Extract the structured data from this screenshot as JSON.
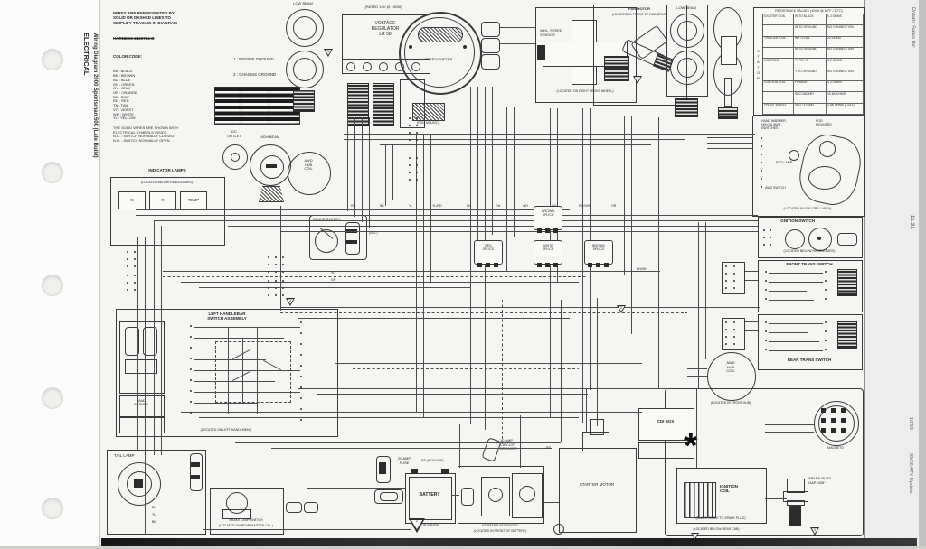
{
  "page": {
    "left_margin": {
      "section": "ELECTRICAL",
      "title": "Wiring Diagram 2000 Sportsman 500 (Late Build)"
    },
    "right_margin": {
      "publisher": "Polaris Sales Inc.",
      "page_number": "11.31",
      "date": "10/99",
      "edition": "99/00 ATV Update"
    }
  },
  "legend": {
    "note": "WIRES ARE REPRESENTED BY\nSOLID OR DASHED LINES TO\nSIMPLIFY TRACING IN DIAGRAM",
    "harness": "HARNESS 2460784-D",
    "color_code_title": "COLOR CODE:",
    "color_codes": [
      "BK : BLACK",
      "BN : BROWN",
      "BU : BLUE",
      "GN : GREEN",
      "GY : GRAY",
      "OR : ORANGE",
      "PK : PINK",
      "RD : RED",
      "TN : TAN",
      "VT : VIOLET",
      "WH : WHITE",
      "YL : YELLOW"
    ],
    "engine_ground": "1 : ENGINE GROUND",
    "chassis_ground": "2 : CHASSIS GROUND",
    "switch_notes": "THE SOLID WIRES ARE SHOWN WITH\nELECTRICAL SYMBOLS INSIDE\nN.C. : SWITCH NORMALLY CLOSED\nN.O. : SWITCH NORMALLY OPEN"
  },
  "resistance_table": {
    "title": "RESISTANCE VALUES (±20% @ 68°F / 20°C)",
    "side_label": "STATOR",
    "rows": [
      {
        "c0": "EXCITER COIL",
        "c1": "W TO BLACK",
        "c2": "0.3 OHMS"
      },
      {
        "c0": "",
        "c1": "W TO GROUND",
        "c2": "NO CONNECTION"
      },
      {
        "c0": "TRIGGER COIL",
        "c1": "W2 TO W1",
        "c2": "23 OHMS"
      },
      {
        "c0": "",
        "c1": "W TO GROUND",
        "c2": "NO CONNECTION"
      },
      {
        "c0": "LIGHTING",
        "c1": "Y1 TO Y2",
        "c2": "0.2 OHMS"
      },
      {
        "c0": "",
        "c1": "Y TO GROUND",
        "c2": "NO CONNECTION"
      },
      {
        "c0": "IGNITION COIL",
        "c1": "PRIMARY",
        "c2": "0.2 OHMS"
      },
      {
        "c0": "",
        "c1": "SECONDARY",
        "c2": "10.6K OHMS"
      },
      {
        "c0": "FRONT WHEEL",
        "c1": "SPD TO GND",
        "c2": "1.5K OHMS (COLD)"
      }
    ]
  },
  "indicator_lamps": {
    "title": "INDICATOR LAMPS",
    "location": "(LOCATED BELOW HANDLEBARS)",
    "lamps": [
      "N",
      "R",
      "TEMP"
    ]
  },
  "components": {
    "low_beam_left": "LOW BEAM",
    "voltage_regulator": {
      "note": "(RATED 14V @ 190W)",
      "label": "VOLTAGE\nREGULATOR\nLR 58"
    },
    "speedometer": {
      "label": "SPEEDOMETER",
      "mount": "(POD MOUNT)"
    },
    "wheel_speed_sensor": {
      "label": "WHL. SPEED\nSENSOR",
      "location": "(LOCATED ON RIGHT FRONT WHEEL)"
    },
    "fan": {
      "label": "FAN MOTOR",
      "location": "(LOCATED IN FRONT OF RADIATOR)"
    },
    "low_beam_right": "LOW BEAM",
    "pod": {
      "note_a": "HAND WARMER,\nHI/LO & AWD\nSWITCHES",
      "note_b": "POD\nMOUNTED",
      "pod_lamp": "POD LAMP",
      "awd_switch": "AWD SWITCH",
      "location": "(LOCATED IN POD GRILL AREA)"
    },
    "dc_outlet": "DC\nOUTLET",
    "high_beam": "HIGH BEAM",
    "awd_hub_coil": "AWD\nHUB\nCOIL",
    "awd_hub_location": "(LOCATED IN FRONT HUB)",
    "left_handlebar": {
      "title": "LEFT HANDLEBAR\nSWITCH ASSEMBLY",
      "hand_warmer": "HAND\nWARMER",
      "location": "(LOCATED ON LEFT HANDLEBAR)"
    },
    "brake_switch": {
      "label": "BRAKE SWITCH",
      "note": "(N.O.)"
    },
    "ignition_switch": {
      "label": "IGNITION SWITCH",
      "location": "(LOCATED BELOW HANDLEBARS)"
    },
    "front_trans": "FRONT TRANS SWITCH",
    "rear_trans": "REAR TRANS SWITCH",
    "tail_lamp": "TAIL LAMP",
    "brake_lamp_switch": {
      "label": "BRAKE LAMP SWITCH",
      "location": "(LOCATED ON REAR MASTER CYL.)"
    },
    "battery": {
      "label": "BATTERY"
    },
    "fuse": "20 AMP\nFUSE",
    "breaker": "10 AMP\nCIRCUIT\nBREAKER",
    "starter_solenoid": {
      "label": "STARTER SOLENOID",
      "location": "(LOCATED IN FRONT OF BATTERY)"
    },
    "starter_motor": "STARTER MOTOR",
    "cdi": "CDI BOX",
    "ignition_coil": {
      "label": "IGNITION\nCOIL",
      "cable_note": "(BLACK CABLE TO SPARK PLUG)",
      "location": "(LOCATED BELOW REAR CAB)"
    },
    "spark_plug": "SPARK PLUG\nGAP .035\"",
    "magneto": "MAGNETO"
  },
  "splices": [
    "BROWN\nSPLICE",
    "RED\nSPLICE",
    "WHITE\nSPLICE",
    "BROWN\nSPLICE"
  ],
  "wire_labels": [
    "RD (6 GAUGE)",
    "BK (6 GAUGE)",
    "RD",
    "BK",
    "YL",
    "YL/RD",
    "BN",
    "GN",
    "WH",
    "GY",
    "RD/WH",
    "OR",
    "BN",
    "YL",
    "BK",
    "RD",
    "BN/WH",
    "YL",
    "GN"
  ],
  "grounds": [
    "1",
    "2",
    "2",
    "2",
    "1",
    "2",
    "1"
  ]
}
